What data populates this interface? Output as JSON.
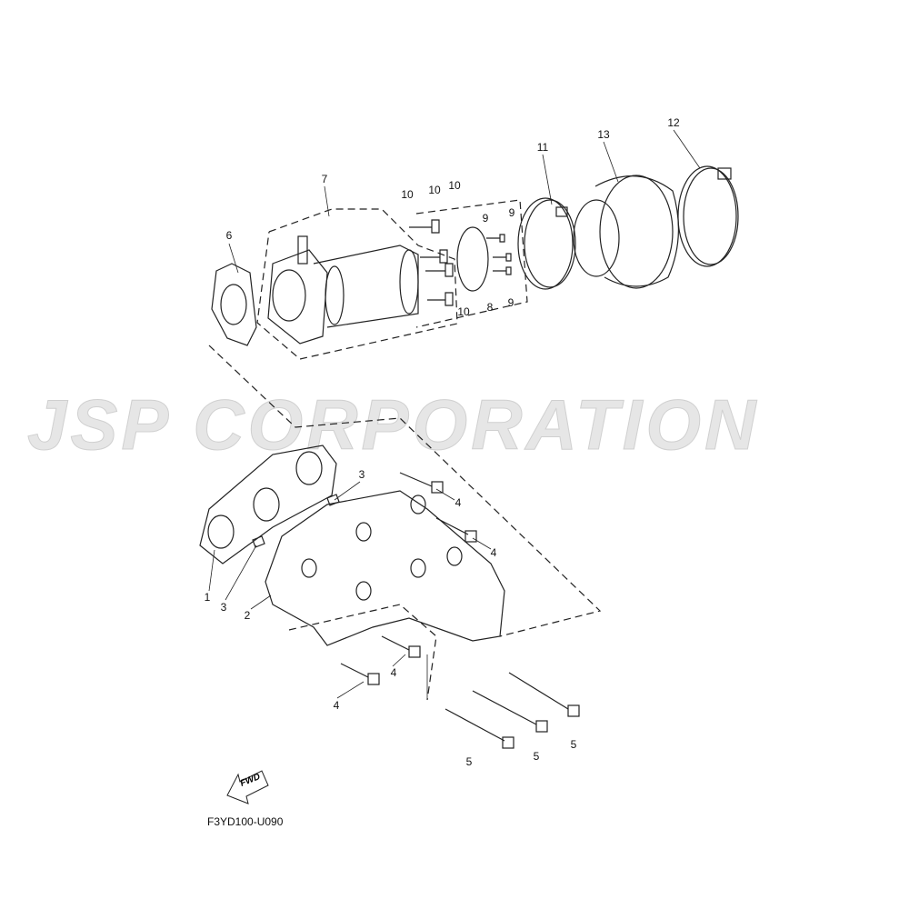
{
  "watermark": "JSP CORPORATION",
  "diagram_code": "F3YD100-U090",
  "fwd_label": "FWD",
  "callouts": {
    "upper": [
      "7",
      "10",
      "10",
      "10",
      "9",
      "9",
      "9",
      "8",
      "10",
      "6",
      "11",
      "13",
      "12"
    ],
    "lower": [
      "3",
      "4",
      "4",
      "1",
      "3",
      "2",
      "4",
      "4",
      "5",
      "5",
      "5"
    ]
  }
}
